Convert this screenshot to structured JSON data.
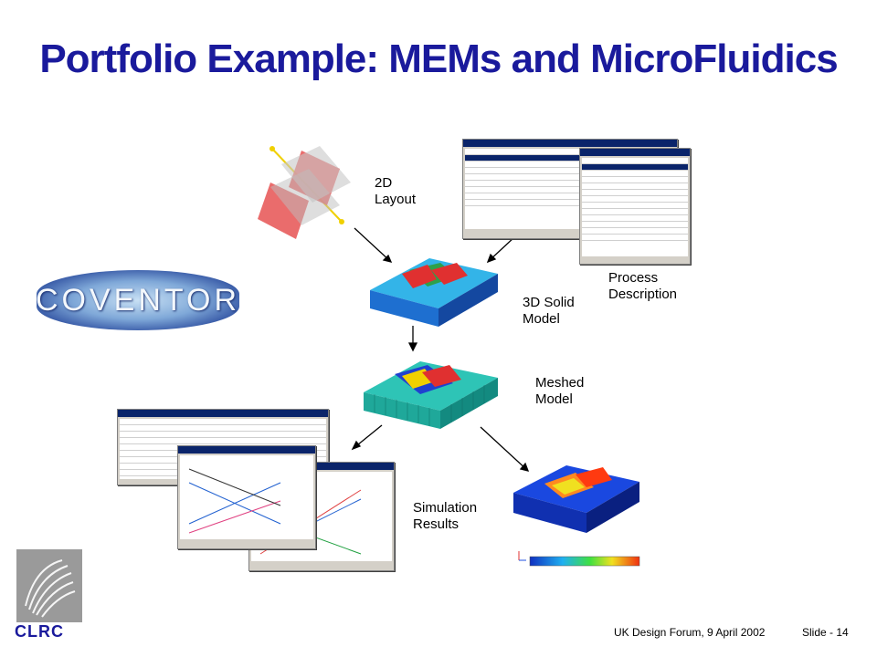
{
  "slide": {
    "title": "Portfolio Example: MEMs and MicroFluidics",
    "labels": {
      "layout_2d_line1": "2D",
      "layout_2d_line2": "Layout",
      "process_line1": "Process",
      "process_line2": "Description",
      "solid_line1": "3D Solid",
      "solid_line2": "Model",
      "meshed_line1": "Meshed",
      "meshed_line2": "Model",
      "sim_line1": "Simulation",
      "sim_line2": "Results"
    },
    "logos": {
      "coventor": "COVENTOR",
      "clrc": "CLRC"
    },
    "footer": {
      "event": "UK Design Forum, 9 April 2002",
      "slide_number": "Slide - 14"
    }
  },
  "colors": {
    "title": "#1a1a9c",
    "substrate_blue": "#1e6fd0",
    "mesh_teal": "#2ec4b6",
    "red_pad": "#e03030"
  }
}
